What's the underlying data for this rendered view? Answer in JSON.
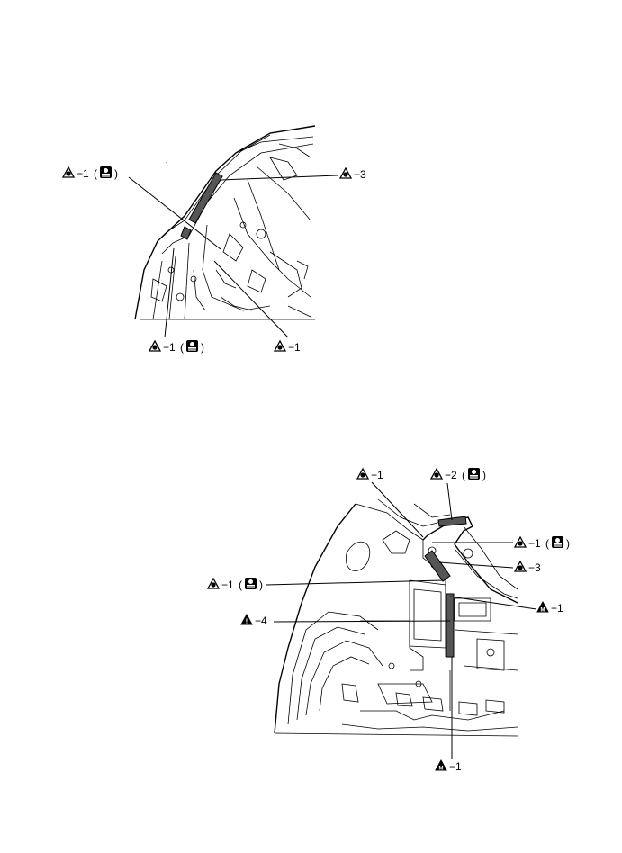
{
  "figure_top": {
    "labels": [
      {
        "id": "t1",
        "symbol": "tri-circle",
        "text": "−1",
        "extra": "brush"
      },
      {
        "id": "t2",
        "symbol": "tri-circle",
        "text": "−3",
        "extra": ""
      },
      {
        "id": "t3",
        "symbol": "tri-circle",
        "text": "−1",
        "extra": "brush"
      },
      {
        "id": "t4",
        "symbol": "tri-circle",
        "text": "−1",
        "extra": ""
      }
    ]
  },
  "figure_bottom": {
    "labels": [
      {
        "id": "b1",
        "symbol": "tri-circle",
        "text": "−1",
        "extra": ""
      },
      {
        "id": "b2",
        "symbol": "tri-circle",
        "text": "−2",
        "extra": "brush"
      },
      {
        "id": "b3",
        "symbol": "tri-circle",
        "text": "−1",
        "extra": "brush"
      },
      {
        "id": "b4",
        "symbol": "tri-circle",
        "text": "−3",
        "extra": ""
      },
      {
        "id": "b5",
        "symbol": "tri-circle",
        "text": "−1",
        "extra": "brush"
      },
      {
        "id": "b6",
        "symbol": "tri-m",
        "text": "−1",
        "extra": ""
      },
      {
        "id": "b7",
        "symbol": "tri-excl",
        "text": "−4",
        "extra": ""
      },
      {
        "id": "b8",
        "symbol": "tri-m",
        "text": "−1",
        "extra": ""
      }
    ]
  },
  "icons": {
    "tri-circle": "sealer-type-triangle-icon",
    "tri-m": "sealer-m-triangle-icon",
    "tri-excl": "sealer-exclamation-triangle-icon",
    "brush": "brush-tool-icon"
  }
}
